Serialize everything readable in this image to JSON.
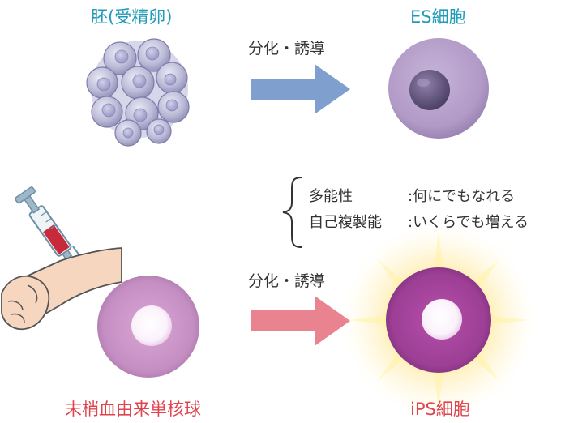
{
  "labels": {
    "embryo": "胚(受精卵)",
    "es_cell": "ES細胞",
    "blood_cell": "末梢血由来単核球",
    "ips_cell": "iPS細胞"
  },
  "arrows": {
    "top_label": "分化・誘導",
    "bottom_label": "分化・誘導",
    "top_color": "#7f9fcf",
    "bottom_color": "#e8838f"
  },
  "properties": {
    "pluripotency_term": "多能性",
    "pluripotency_desc": ":何にでもなれる",
    "self_renewal_term": "自己複製能",
    "self_renewal_desc": ":いくらでも増える"
  },
  "colors": {
    "label_cyan": "#1f9bb8",
    "label_red": "#e0454f",
    "es_cell": "#b19ac6",
    "ips_cell": "#9c3f95",
    "blood_cell": "#c58ec3"
  }
}
